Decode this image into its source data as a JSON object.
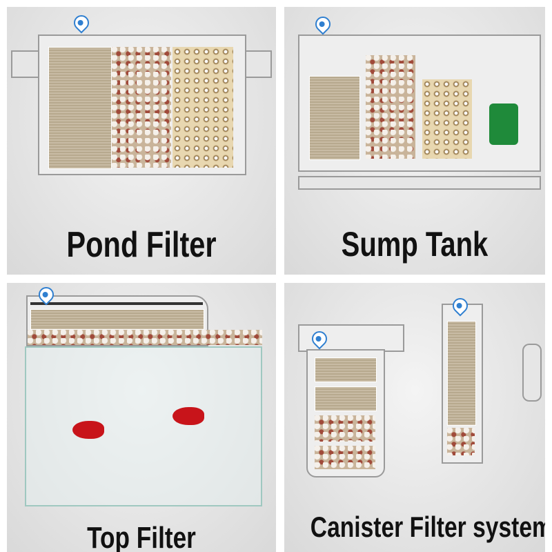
{
  "panels": [
    {
      "title": "Pond Filter"
    },
    {
      "title": "Sump Tank"
    },
    {
      "title": "Top Filter"
    },
    {
      "title": "Canister Filter system"
    }
  ],
  "colors": {
    "pin": "#2f7fd0",
    "fish": "#c8141a",
    "pump": "#1f8a3a"
  }
}
